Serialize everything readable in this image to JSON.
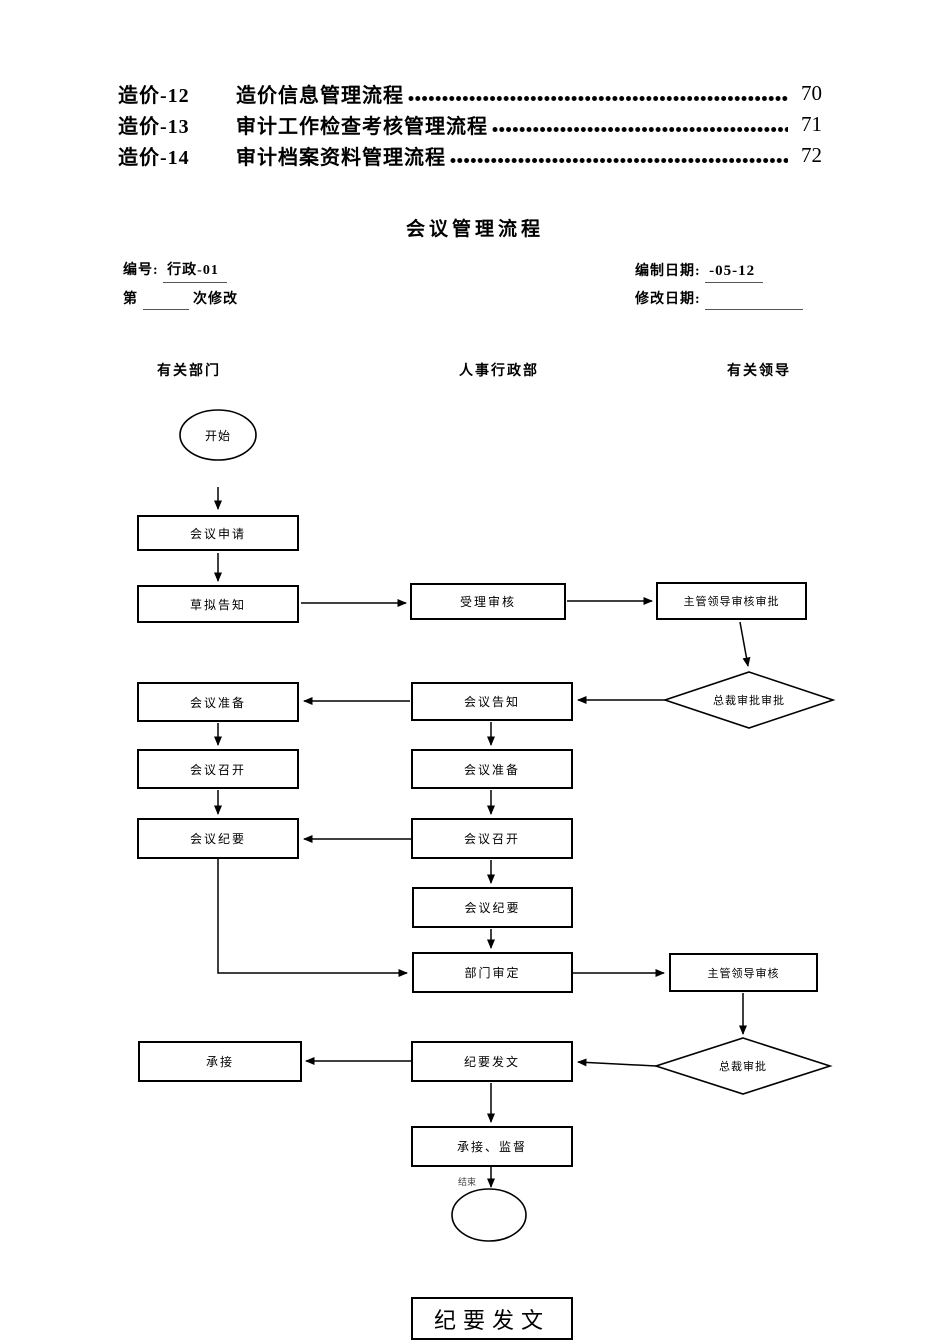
{
  "toc": {
    "items": [
      {
        "id": "造价-12",
        "title": "造价信息管理流程",
        "page": "70"
      },
      {
        "id": "造价-13",
        "title": "审计工作检查考核管理流程",
        "page": "71"
      },
      {
        "id": "造价-14",
        "title": "审计档案资料管理流程",
        "page": "72"
      }
    ]
  },
  "title": "会议管理流程",
  "meta": {
    "number_label": "编号:",
    "number_value": "行政-01",
    "revision_prefix": "第",
    "revision_suffix": "次修改",
    "compiled_label": "编制日期:",
    "compiled_value": "-05-12",
    "modified_label": "修改日期:"
  },
  "columns": [
    "有关部门",
    "人事行政部",
    "有关领导"
  ],
  "flow": {
    "start_label": "开始",
    "end_label": "结束",
    "nodes": {
      "meeting_apply": "会议申请",
      "draft_notice": "草拟告知",
      "accept_review": "受理审核",
      "leader_review_approve": "主管领导审核审批",
      "president_approve_1": "总裁审批审批",
      "meeting_notice": "会议告知",
      "prepare_left": "会议准备",
      "hold_left": "会议召开",
      "minutes_left": "会议纪要",
      "prepare_mid": "会议准备",
      "hold_mid": "会议召开",
      "minutes_mid": "会议纪要",
      "dept_review": "部门审定",
      "leader_review": "主管领导审核",
      "president_approve_2": "总裁审批",
      "undertake": "承接",
      "minutes_issue": "纪要发文",
      "undertake_supervise": "承接、监督",
      "minutes_issue_bottom": "纪要发文"
    }
  },
  "colors": {
    "ink": "#000000",
    "paper": "#ffffff"
  }
}
